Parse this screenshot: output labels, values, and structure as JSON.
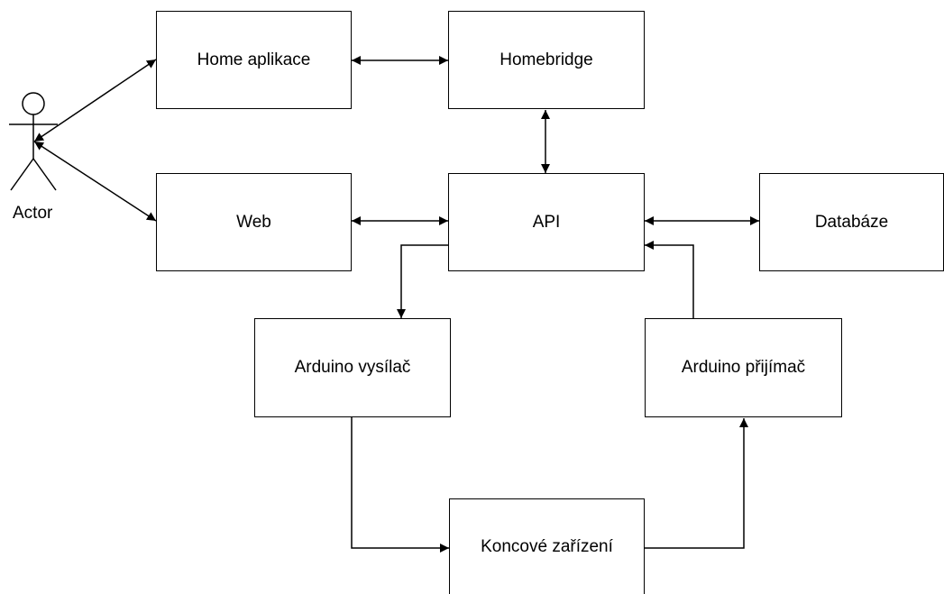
{
  "actor": {
    "label": "Actor"
  },
  "nodes": {
    "home_app": "Home aplikace",
    "homebridge": "Homebridge",
    "web": "Web",
    "api": "API",
    "database": "Databáze",
    "arduino_tx": "Arduino vysílač",
    "arduino_rx": "Arduino přijímač",
    "end_device": "Koncové zařízení"
  },
  "edges": [
    {
      "from": "actor",
      "to": "home_app",
      "direction": "both"
    },
    {
      "from": "actor",
      "to": "web",
      "direction": "both"
    },
    {
      "from": "home_app",
      "to": "homebridge",
      "direction": "both"
    },
    {
      "from": "homebridge",
      "to": "api",
      "direction": "both"
    },
    {
      "from": "web",
      "to": "api",
      "direction": "both"
    },
    {
      "from": "api",
      "to": "database",
      "direction": "both"
    },
    {
      "from": "api",
      "to": "arduino_tx",
      "direction": "forward"
    },
    {
      "from": "arduino_tx",
      "to": "end_device",
      "direction": "forward"
    },
    {
      "from": "end_device",
      "to": "arduino_rx",
      "direction": "forward"
    },
    {
      "from": "arduino_rx",
      "to": "api",
      "direction": "forward"
    }
  ]
}
